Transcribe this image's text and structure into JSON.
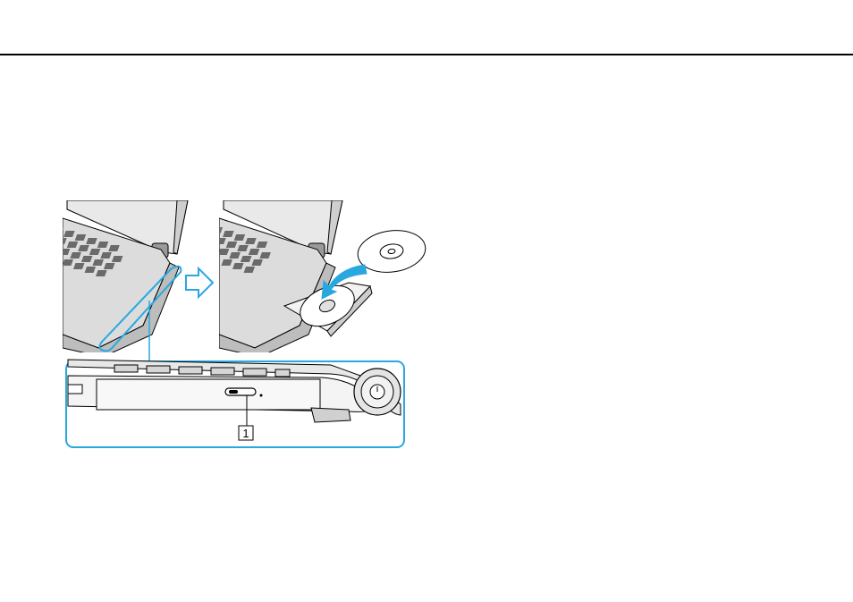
{
  "colors": {
    "accent": "#29a8e0",
    "line": "#000000",
    "bezel": "#d8d8d8",
    "key": "#555555"
  },
  "figure": {
    "icons": [
      "laptop-illustration",
      "arrow-right-icon",
      "disc-icon",
      "insert-arrow-icon",
      "optical-drive-closeup",
      "eject-button"
    ],
    "callouts": [
      {
        "number": "1"
      }
    ]
  }
}
